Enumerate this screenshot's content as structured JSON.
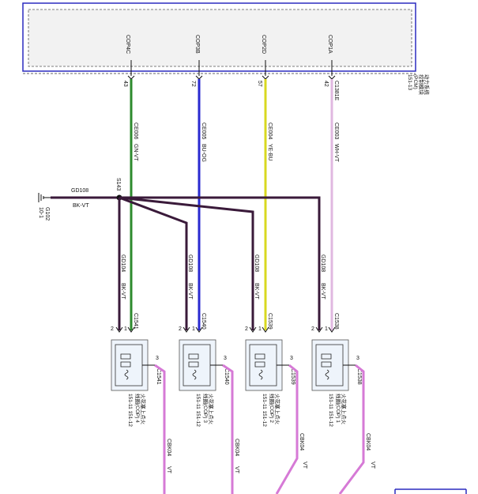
{
  "pcm": {
    "label_lines": [
      "动力系统",
      "控制模块",
      "(PCM)",
      "151-13"
    ],
    "pins": [
      {
        "signal": "COP4C",
        "pin": "43",
        "circuit": "CE006",
        "color_code": "GN-VT",
        "wire_color": "#2e8b2e"
      },
      {
        "signal": "COP3B",
        "pin": "72",
        "circuit": "CE005",
        "color_code": "BU-OG",
        "wire_color": "#2a2ad0"
      },
      {
        "signal": "COP2D",
        "pin": "57",
        "circuit": "CE004",
        "color_code": "YE-BU",
        "wire_color": "#d8d820"
      },
      {
        "signal": "COP1A",
        "pin": "42",
        "circuit": "CE003",
        "color_code": "WH-VT",
        "wire_color": "#e0b8e0",
        "connector": "C1381E"
      }
    ]
  },
  "ground": {
    "circuit": "GD108",
    "color_code": "BK-VT",
    "splice": "S143",
    "ground_id": "G102",
    "ground_page": "10-1",
    "wire_color": "#3a1a3a",
    "branches": [
      {
        "circuit": "GD104",
        "color_code": "BK-VT"
      },
      {
        "circuit": "GD108",
        "color_code": "BK-VT"
      },
      {
        "circuit": "GD108",
        "color_code": "BK-VT"
      },
      {
        "circuit": "GD108",
        "color_code": "BK-VT"
      }
    ]
  },
  "coils": [
    {
      "connector": "C1541",
      "pin_top_left": "2",
      "pin_top_right": "1",
      "pin_side": "3",
      "label_lines": [
        "火花塞上点火",
        "线圈(COP) 4",
        "151-11  151-12"
      ],
      "out_circuit": "CBK04",
      "out_color": "VT"
    },
    {
      "connector": "C1540",
      "pin_top_left": "2",
      "pin_top_right": "1",
      "pin_side": "3",
      "label_lines": [
        "火花塞上点火",
        "线圈(COP) 3",
        "151-11  151-12"
      ],
      "out_circuit": "CBK04",
      "out_color": "VT"
    },
    {
      "connector": "C1539",
      "pin_top_left": "2",
      "pin_top_right": "1",
      "pin_side": "3",
      "label_lines": [
        "火花塞上点火",
        "线圈(COP) 2",
        "151-11  151-12"
      ],
      "out_circuit": "CBK04",
      "out_color": "VT"
    },
    {
      "connector": "C1538",
      "pin_top_left": "2",
      "pin_top_right": "1",
      "pin_side": "3",
      "label_lines": [
        "火花塞上点火",
        "线圈(COP) 1",
        "151-11  151-12"
      ],
      "out_circuit": "CBK04",
      "out_color": "VT"
    }
  ],
  "colors": {
    "frame": "#2b2bbf",
    "output_wire": "#d67ad6"
  }
}
